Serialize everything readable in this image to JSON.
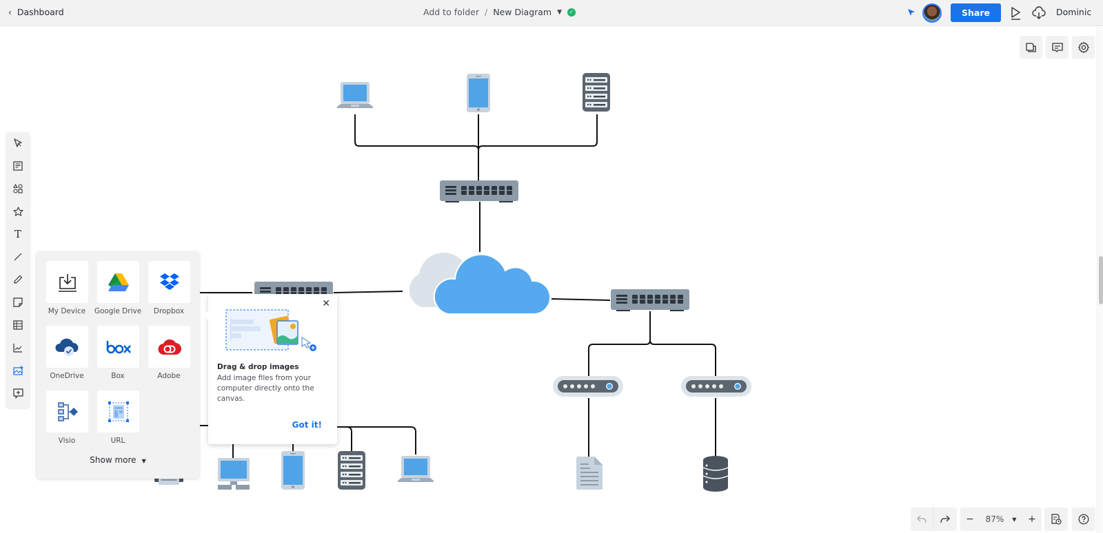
{
  "topbar": {
    "back_label": "Dashboard",
    "breadcrumb_folder": "Add to folder",
    "breadcrumb_separator": "/",
    "document_title": "New Diagram",
    "saved_status": "saved",
    "share_label": "Share",
    "user_name": "Dominic",
    "icons": [
      "collaborator-cursor-icon",
      "avatar",
      "present-icon",
      "cloud-download-icon"
    ]
  },
  "right_panel_buttons": [
    {
      "name": "pages-icon"
    },
    {
      "name": "comments-icon"
    },
    {
      "name": "settings-icon"
    }
  ],
  "left_toolbar": [
    {
      "name": "select-tool",
      "icon": "pointer-icon"
    },
    {
      "name": "template-tool",
      "icon": "document-icon"
    },
    {
      "name": "shapes-tool",
      "icon": "shapes-icon"
    },
    {
      "name": "favorites-tool",
      "icon": "star-icon"
    },
    {
      "name": "text-tool",
      "icon": "text-icon"
    },
    {
      "name": "line-tool",
      "icon": "line-icon"
    },
    {
      "name": "draw-tool",
      "icon": "pencil-icon"
    },
    {
      "name": "sticky-note-tool",
      "icon": "sticky-note-icon"
    },
    {
      "name": "table-tool",
      "icon": "table-icon"
    },
    {
      "name": "chart-tool",
      "icon": "chart-icon"
    },
    {
      "name": "image-tool",
      "icon": "image-add-icon",
      "active": true
    },
    {
      "name": "embed-tool",
      "icon": "embed-add-icon"
    }
  ],
  "import_panel": {
    "sources": [
      {
        "label": "My Device",
        "icon": "download-tray-icon"
      },
      {
        "label": "Google Drive",
        "icon": "google-drive-icon"
      },
      {
        "label": "Dropbox",
        "icon": "dropbox-icon"
      },
      {
        "label": "OneDrive",
        "icon": "onedrive-icon"
      },
      {
        "label": "Box",
        "icon": "box-icon"
      },
      {
        "label": "Adobe",
        "icon": "adobe-creative-cloud-icon"
      },
      {
        "label": "Visio",
        "icon": "visio-icon"
      },
      {
        "label": "URL",
        "icon": "url-icon"
      }
    ],
    "show_more_label": "Show more"
  },
  "tooltip": {
    "title": "Drag & drop images",
    "description": "Add image files from your computer directly onto the canvas.",
    "confirm_label": "Got it!",
    "close_icon": "close-icon"
  },
  "bottom_bar": {
    "zoom_level": "87%",
    "zoom_out_label": "−",
    "zoom_in_label": "+",
    "icons": [
      "undo-icon",
      "redo-icon",
      "history-icon",
      "help-icon"
    ]
  },
  "diagram": {
    "nodes": [
      "laptop",
      "smartphone",
      "server",
      "switch",
      "cloud",
      "switch",
      "switch",
      "router",
      "router",
      "document",
      "database",
      "printer",
      "desktop",
      "smartphone",
      "server",
      "laptop"
    ]
  },
  "colors": {
    "accent": "#1a73e8",
    "saved_green": "#21b36b",
    "device_screen": "#4fa3e6",
    "device_body": "#c7d3df",
    "switch_body": "#8d9ba8",
    "server_body": "#5b6670",
    "cloud_front": "#56a9ee",
    "cloud_back": "#dce2e9"
  }
}
